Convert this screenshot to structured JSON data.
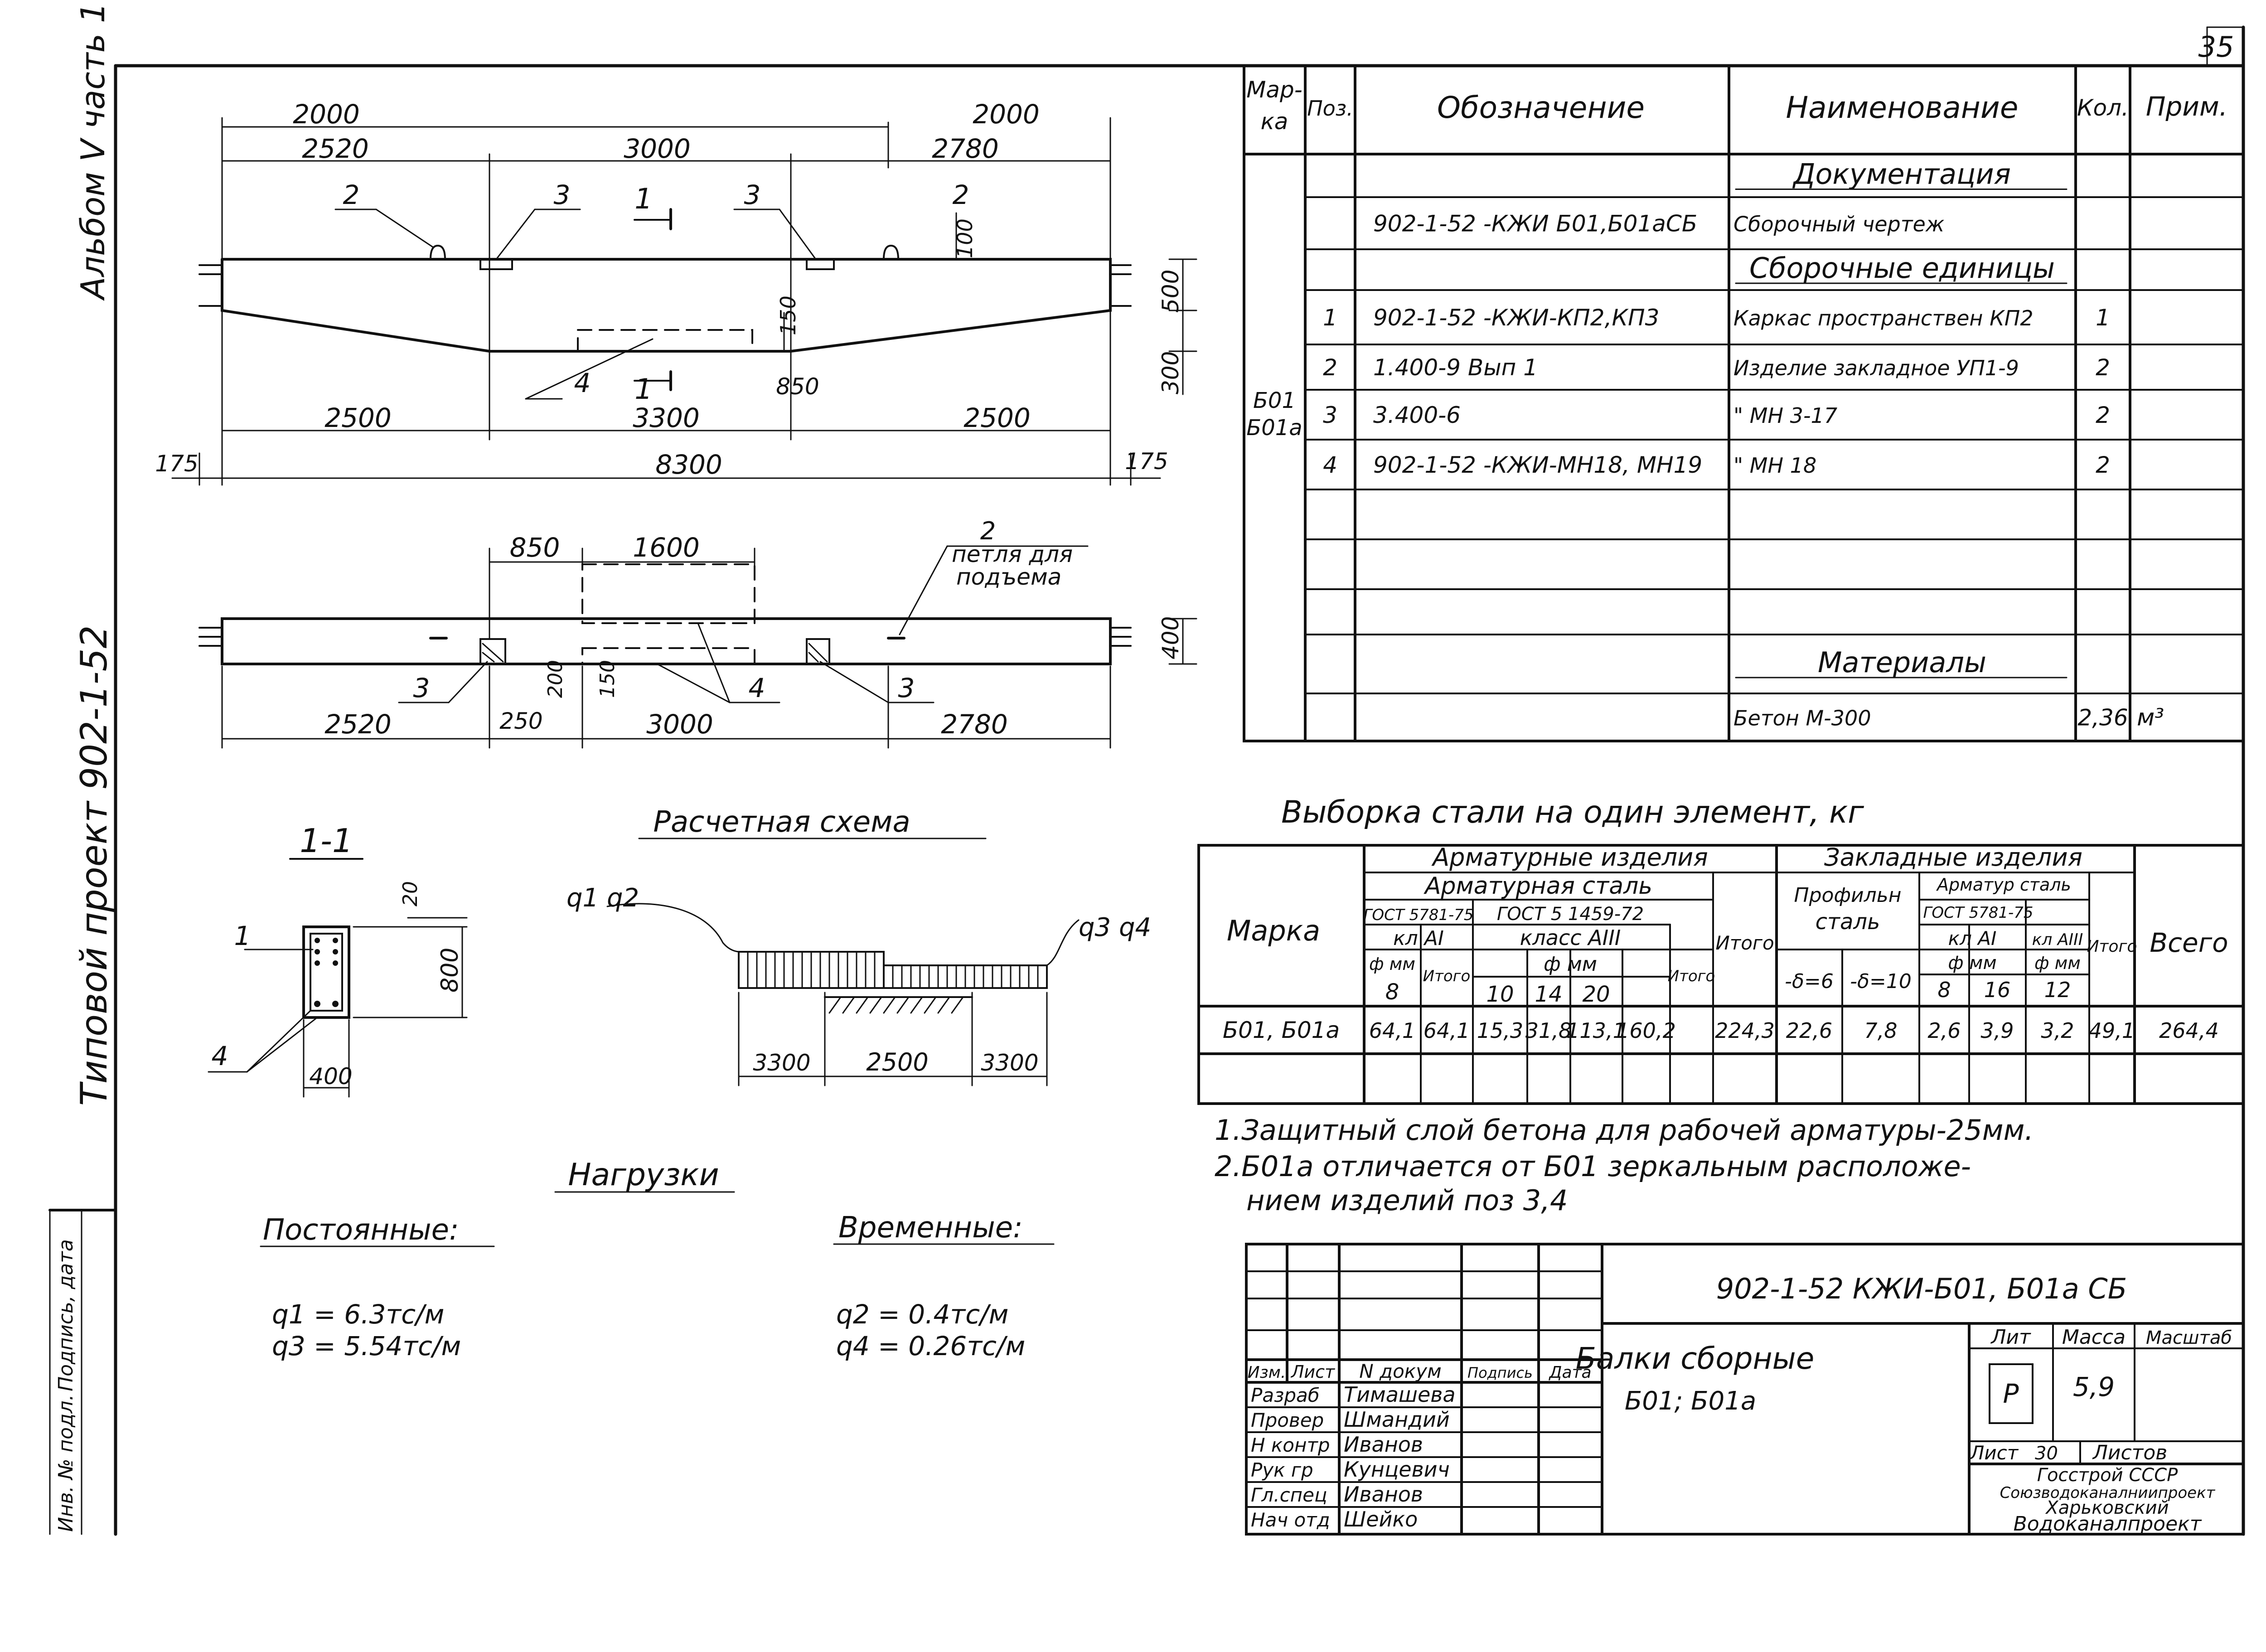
{
  "page": {
    "number": "35"
  },
  "margin": {
    "album": "Альбом V часть 1",
    "project": "Типовой проект 902-1-52",
    "inv_label": "Инв. № подл.",
    "sign_label": "Подпись, дата"
  },
  "drawing": {
    "elevation": {
      "top": [
        "2000",
        "2000"
      ],
      "mid": [
        "2520",
        "3000",
        "2780"
      ],
      "bottom1": [
        "2500",
        "3300",
        "2500"
      ],
      "overall": [
        "175",
        "8300",
        "175"
      ],
      "heights": [
        "100",
        "500",
        "300",
        "150"
      ],
      "dim_850": "850",
      "marks": [
        "2",
        "3",
        "1",
        "3",
        "2",
        "4",
        "1"
      ]
    },
    "plan": {
      "top": [
        "850",
        "1600"
      ],
      "bottom": [
        "2520",
        "250",
        "3000",
        "2780"
      ],
      "verticals": [
        "200",
        "150",
        "400"
      ],
      "marks": [
        "3",
        "4",
        "3",
        "2"
      ],
      "loop_note": [
        "петля для",
        "подъема"
      ]
    },
    "section": {
      "title": "1-1",
      "width": "400",
      "height": "800",
      "cover": "20",
      "marks": [
        "1",
        "4"
      ]
    },
    "scheme": {
      "title": "Расчетная схема",
      "q_left": "q1 q2",
      "q_right": "q3 q4",
      "spans": [
        "3300",
        "2500",
        "3300"
      ]
    },
    "loads": {
      "title": "Нагрузки",
      "permanent_title": "Постоянные:",
      "temporary_title": "Временные:",
      "q1": "q1 = 6.3тс/м",
      "q3": "q3 = 5.54тс/м",
      "q2": "q2 = 0.4тс/м",
      "q4": "q4 = 0.26тс/м"
    }
  },
  "spec": {
    "headers": [
      "Мар-\nка",
      "Поз.",
      "Обозначение",
      "Наименование",
      "Кол.",
      "Прим."
    ],
    "marka": [
      "Б01",
      "Б01а"
    ],
    "rows": [
      {
        "poz": "",
        "oboz": "",
        "naim": "Документация",
        "kol": "",
        "prim": ""
      },
      {
        "poz": "",
        "oboz": "902-1-52  -КЖИ Б01,Б01аСБ",
        "naim": "Сборочный чертеж",
        "kol": "",
        "prim": ""
      },
      {
        "poz": "",
        "oboz": "",
        "naim": "Сборочные единицы",
        "kol": "",
        "prim": ""
      },
      {
        "poz": "1",
        "oboz": "902-1-52  -КЖИ-КП2,КП3",
        "naim": "Каркас пространствен КП2",
        "kol": "1",
        "prim": ""
      },
      {
        "poz": "2",
        "oboz": "1.400-9         Вып 1",
        "naim": "Изделие закладное УП1-9",
        "kol": "2",
        "prim": ""
      },
      {
        "poz": "3",
        "oboz": "3.400-6",
        "naim": "\"           МН 3-17",
        "kol": "2",
        "prim": ""
      },
      {
        "poz": "4",
        "oboz": "902-1-52  -КЖИ-МН18, МН19",
        "naim": "\"           МН 18",
        "kol": "2",
        "prim": ""
      },
      {
        "poz": "",
        "oboz": "",
        "naim": "",
        "kol": "",
        "prim": ""
      },
      {
        "poz": "",
        "oboz": "",
        "naim": "",
        "kol": "",
        "prim": ""
      },
      {
        "poz": "",
        "oboz": "",
        "naim": "",
        "kol": "",
        "prim": ""
      },
      {
        "poz": "",
        "oboz": "",
        "naim": "Материалы",
        "kol": "",
        "prim": ""
      },
      {
        "poz": "",
        "oboz": "",
        "naim": "Бетон   М-300",
        "kol": "2,36",
        "prim": "м³"
      }
    ]
  },
  "steel": {
    "title": "Выборка стали на один элемент, кг",
    "h_marka": "Марка",
    "h_arm_izd": "Арматурные изделия",
    "h_zakl_izd": "Закладные изделия",
    "h_arm_stal": "Арматурная сталь",
    "h_gost1": "ГОСТ 5781-75",
    "h_gost2": "ГОСТ 5 1459-72",
    "h_kl_a1": "кл АI",
    "h_klass_a3": "класс АIII",
    "h_itogo": "Итого",
    "h_phi": "ф мм",
    "h_profil": "Профильн сталь",
    "h_zakl_arm": "Арматур сталь ГОСТ 5781-75",
    "h_zkl_a1": "кл АI",
    "h_zkl_a3": "кл АIII",
    "h_vsego": "Всего",
    "h_d8": "8",
    "h_d10": "10",
    "h_d14": "14",
    "h_d20": "20",
    "h_p6": "-δ=6",
    "h_p10": "-δ=10",
    "h_zd8": "8",
    "h_zd16": "16",
    "h_zd12": "12",
    "row": [
      "Б01, Б01а",
      "64,1",
      "64,1",
      "15,3",
      "31,8",
      "113,1",
      "160,2",
      "224,3",
      "22,6",
      "7,8",
      "2,6",
      "3,9",
      "3,2",
      "49,1",
      "264,4"
    ]
  },
  "notes": [
    "1.Защитный слой бетона для рабочей арматуры-25мм.",
    "2.Б01а отличается от Б01 зеркальным расположе-",
    "нием изделий поз 3,4"
  ],
  "stamp": {
    "code": "902-1-52 КЖИ-Б01, Б01а СБ",
    "title1": "Балки сборные",
    "title2": "Б01; Б01а",
    "cols": [
      "Изм.",
      "Лист",
      "N докум",
      "Подпись",
      "Дата"
    ],
    "people": [
      [
        "Разраб",
        "Тимашева"
      ],
      [
        "Провер",
        "Шмандий"
      ],
      [
        "Н контр",
        "Иванов"
      ],
      [
        "Рук гр",
        "Кунцевич"
      ],
      [
        "Гл.спец",
        "Иванов"
      ],
      [
        "Нач отд",
        "Шейко"
      ]
    ],
    "lit_label": "Лит",
    "massa_label": "Масса",
    "masshtab_label": "Масштаб",
    "lit": "Р",
    "massa": "5,9",
    "list_label": "Лист",
    "list": "30",
    "listov_label": "Листов",
    "org": [
      "Госстрой СССР",
      "Союзводоканалниипроект",
      "Харьковский",
      "Водоканалпроект"
    ]
  }
}
